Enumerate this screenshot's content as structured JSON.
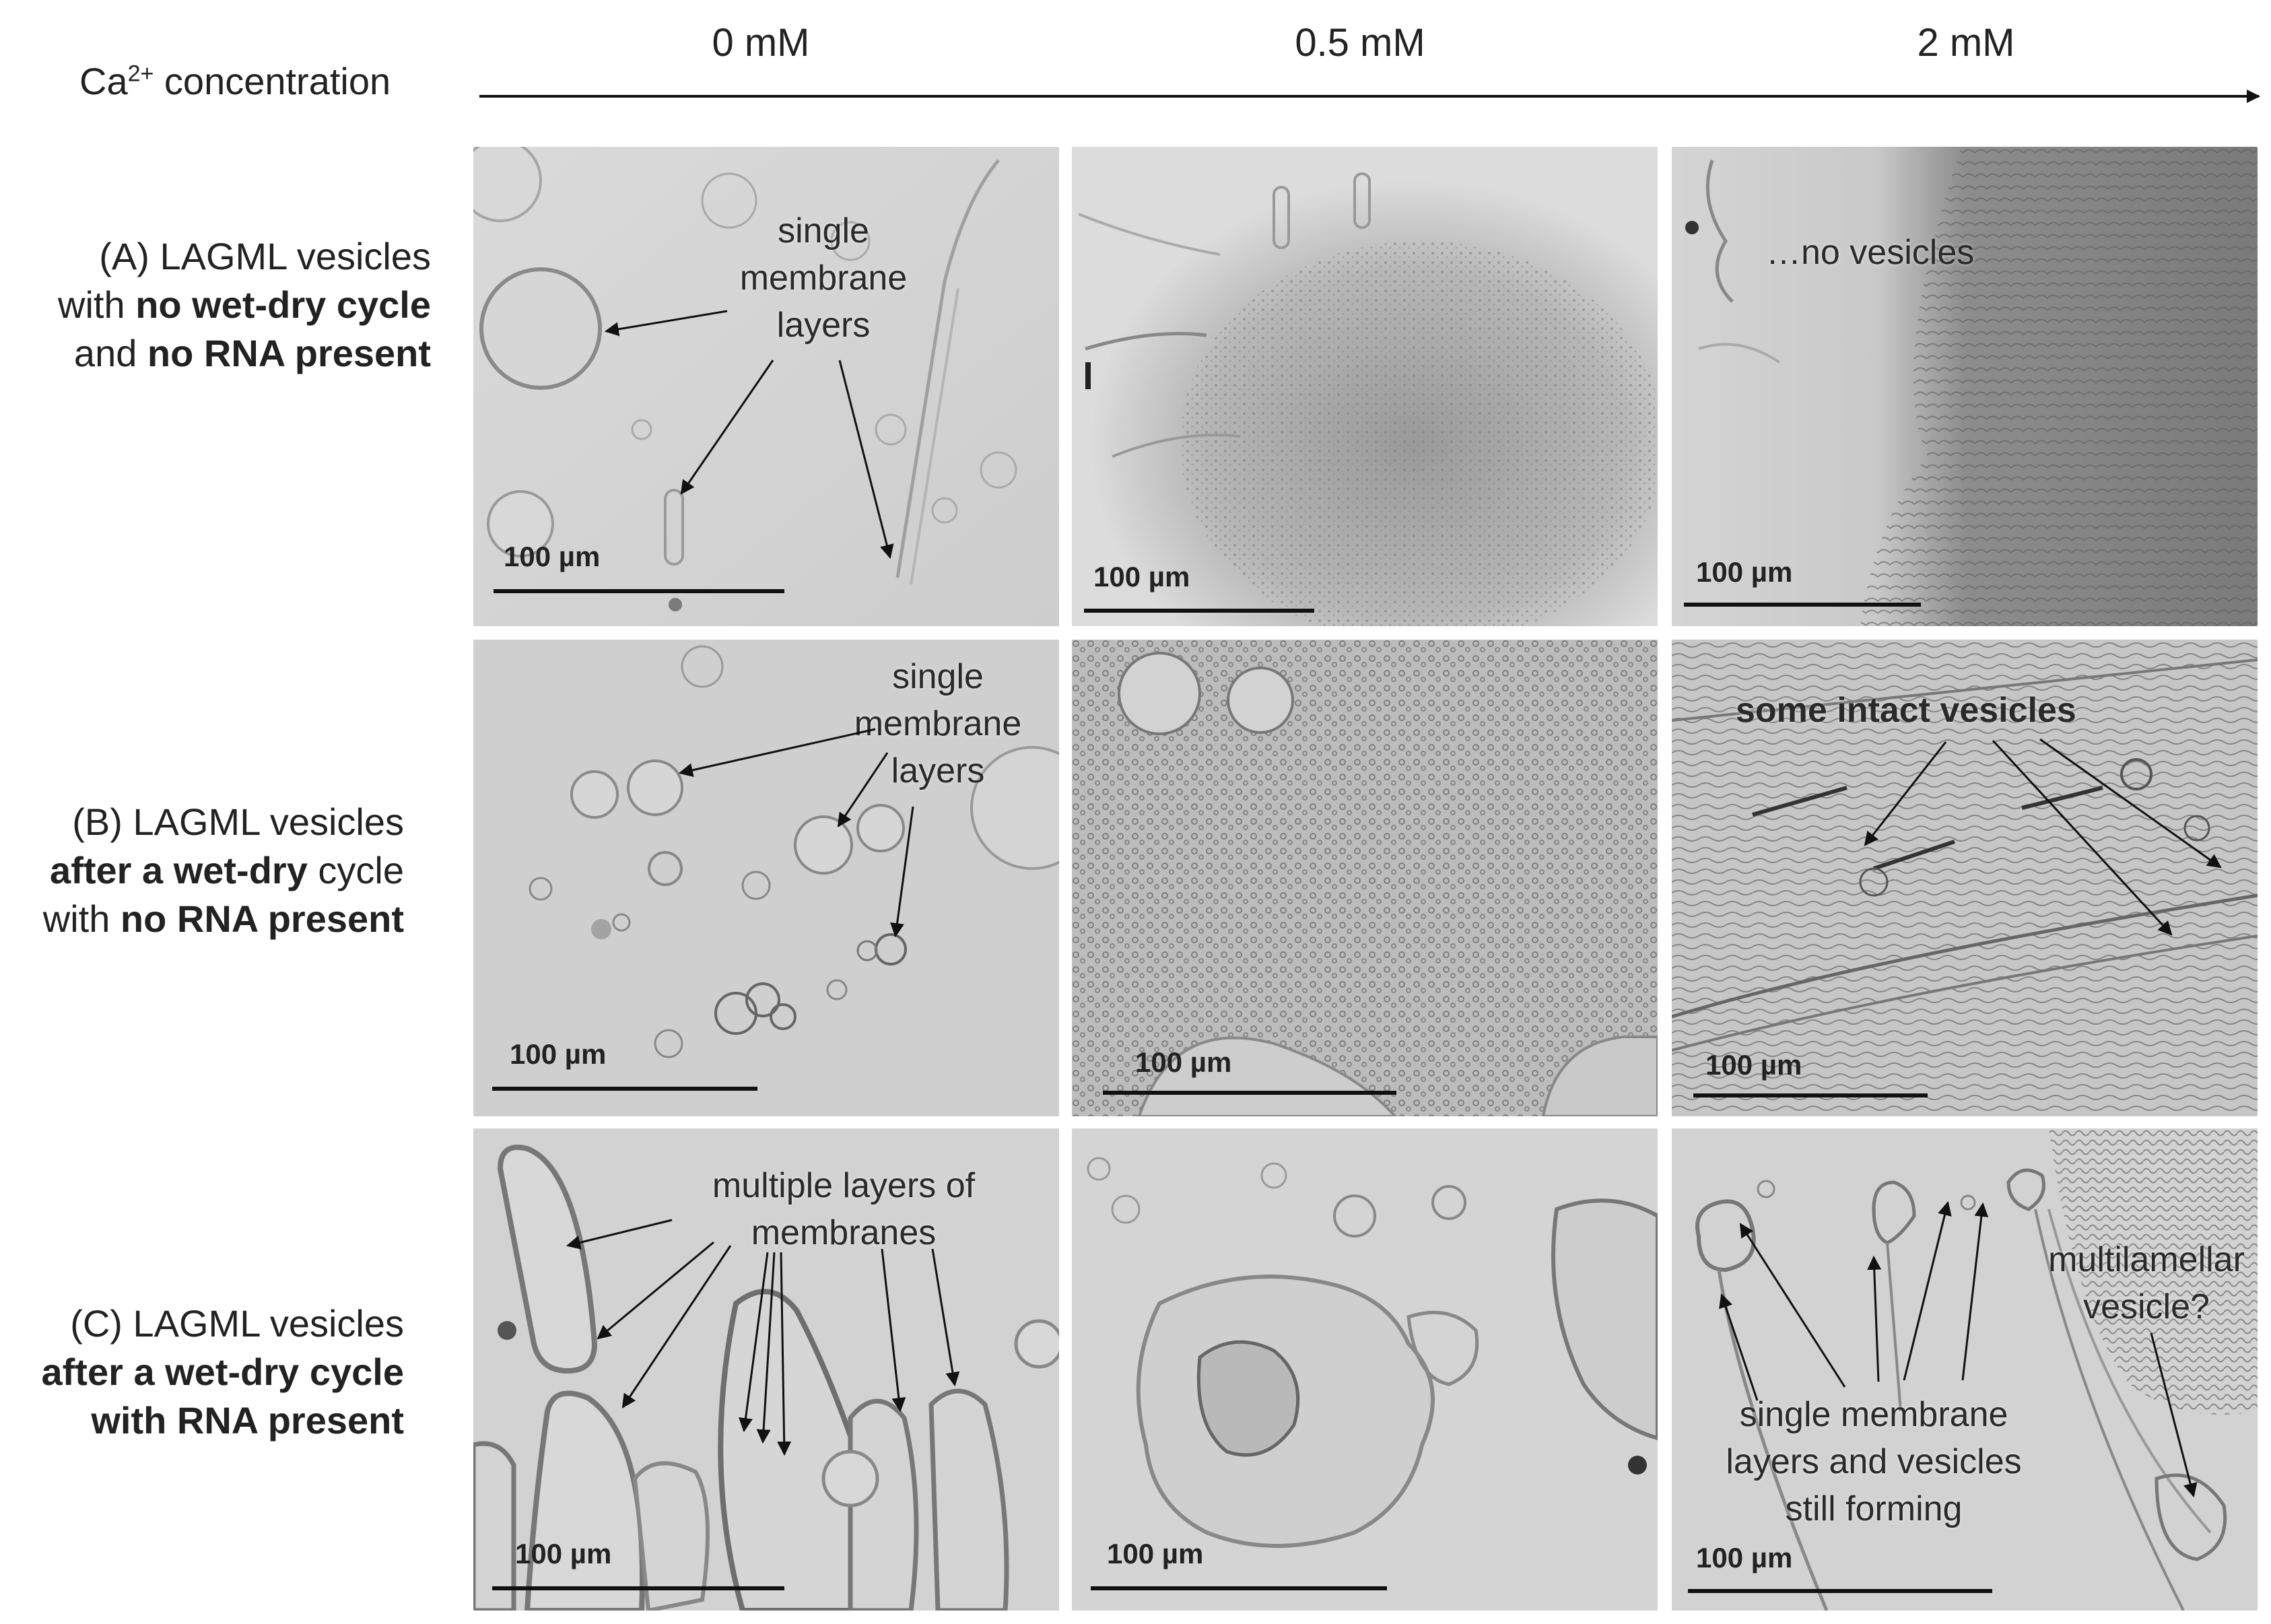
{
  "header": {
    "axis_title_pre": "Ca",
    "axis_title_sup": "2+",
    "axis_title_post": " concentration",
    "columns": [
      "0 mM",
      "0.5 mM",
      "2 mM"
    ]
  },
  "rows": [
    {
      "line1": "(A) LAGML vesicles",
      "line2_pre": "with ",
      "line2_bold": "no wet-dry cycle",
      "line2_post": "",
      "line3_pre": "and ",
      "line3_bold": "no RNA present",
      "line3_post": ""
    },
    {
      "line1": "(B) LAGML vesicles",
      "line2_pre": "",
      "line2_bold": "after a wet-dry",
      "line2_post": " cycle",
      "line3_pre": "with ",
      "line3_bold": "no RNA present",
      "line3_post": ""
    },
    {
      "line1": "(C) LAGML vesicles",
      "line2_pre": "",
      "line2_bold": "after a wet-dry cycle",
      "line2_post": "",
      "line3_pre": "",
      "line3_bold": "with RNA present",
      "line3_post": ""
    }
  ],
  "annotations": {
    "a0": [
      "single",
      "membrane",
      "layers"
    ],
    "a2": "…no vesicles",
    "b0": [
      "single",
      "membrane",
      "layers"
    ],
    "b2": "some intact vesicles",
    "c0": [
      "multiple layers of",
      "membranes"
    ],
    "c2_main": [
      "single membrane",
      "layers and vesicles",
      "still forming"
    ],
    "c2_side": [
      "multilamellar",
      "vesicle?"
    ]
  },
  "scale_label": "100 µm",
  "colors": {
    "panel_light": "#d4d4d4",
    "panel_dark": "#8c8c8c",
    "ink": "#111111"
  }
}
